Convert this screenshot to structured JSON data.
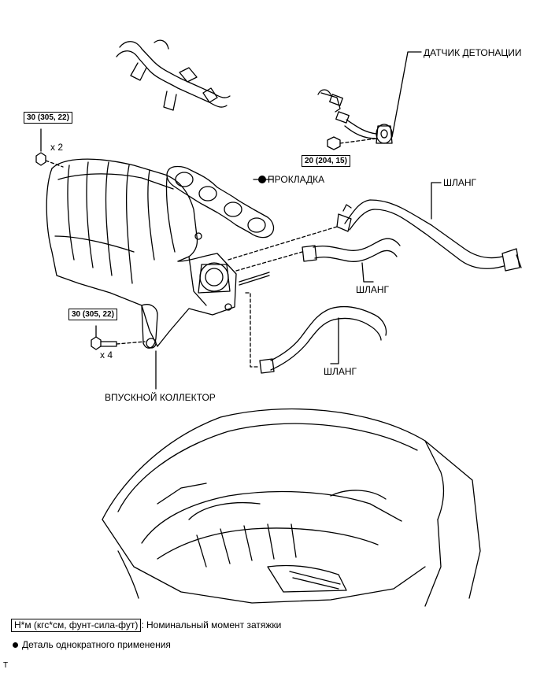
{
  "labels": {
    "knock_sensor": "ДАТЧИК ДЕТОНАЦИИ",
    "gasket": "ПРОКЛАДКА",
    "hose_1": "ШЛАНГ",
    "hose_2": "ШЛАНГ",
    "hose_3": "ШЛАНГ",
    "intake_manifold": "ВПУСКНОЙ КОЛЛЕКТОР"
  },
  "torque": {
    "nut_top": "30 (305, 22)",
    "sensor_bolt": "20 (204, 15)",
    "bolt_bottom": "30 (305, 22)"
  },
  "quantities": {
    "nut_count": "x 2",
    "bolt_count": "x 4"
  },
  "legend": {
    "torque_units": "Н*м (кгс*см, фунт-сила-фут)",
    "torque_desc": ": Номинальный момент затяжки",
    "single_use": "Деталь однократного применения"
  },
  "corner_code": "T"
}
